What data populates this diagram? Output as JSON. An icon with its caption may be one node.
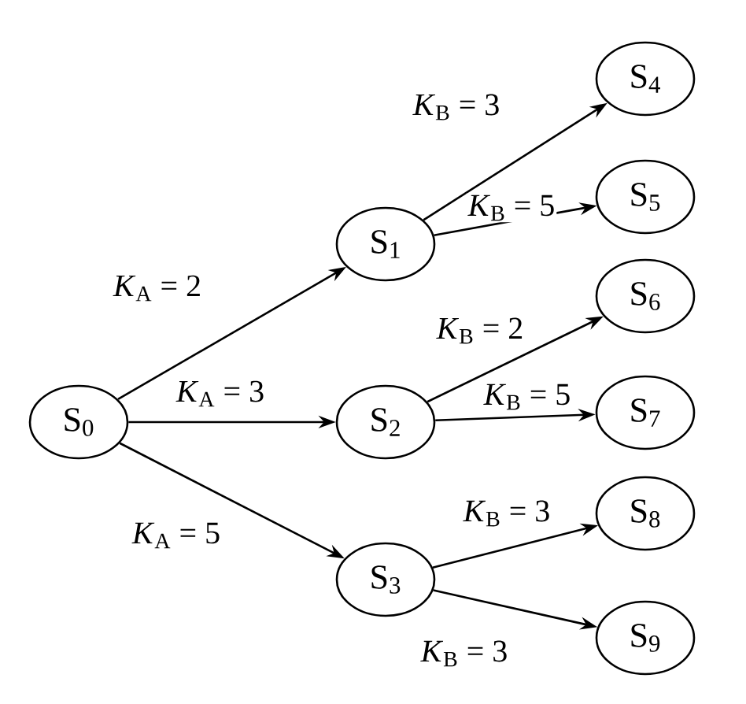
{
  "diagram": {
    "nodes": [
      {
        "text": [
          "S$_{0}$"
        ]
      },
      {
        "text": [
          "S$_{1}$"
        ]
      },
      {
        "text": [
          "S$_{2}$"
        ]
      },
      {
        "text": [
          "S$_{3}$"
        ]
      },
      {
        "text": [
          "S$_{4}$"
        ]
      },
      {
        "text": [
          "S$_{5}$"
        ]
      },
      {
        "text": [
          "S$_{6}$"
        ]
      },
      {
        "text": [
          "S$_{7}$"
        ]
      },
      {
        "text": [
          "S$_{8}$"
        ]
      },
      {
        "text": [
          "S$_{9}$"
        ]
      }
    ],
    "edges": [
      {
        "from": 0,
        "to": 1,
        "arrow": "to",
        "label": "*K*$_{A}$ = 2"
      },
      {
        "from": 0,
        "to": 2,
        "arrow": "to",
        "label": "*K*$_{A}$ = 3"
      },
      {
        "from": 0,
        "to": 3,
        "arrow": "to",
        "label": "*K*$_{A}$ = 5"
      },
      {
        "from": 1,
        "to": 4,
        "arrow": "to",
        "label": "*K*$_{B}$ = 3"
      },
      {
        "from": 1,
        "to": 5,
        "arrow": "to",
        "label": "*K*$_{B}$ = 5"
      },
      {
        "from": 2,
        "to": 6,
        "arrow": "to",
        "label": "*K*$_{B}$ = 2"
      },
      {
        "from": 2,
        "to": 7,
        "arrow": "to",
        "label": "*K*$_{B}$ = 5"
      },
      {
        "from": 3,
        "to": 8,
        "arrow": "to",
        "label": "*K*$_{B}$ = 3"
      },
      {
        "from": 3,
        "to": 9,
        "arrow": "to",
        "label": "*K*$_{B}$ = 3"
      }
    ]
  }
}
